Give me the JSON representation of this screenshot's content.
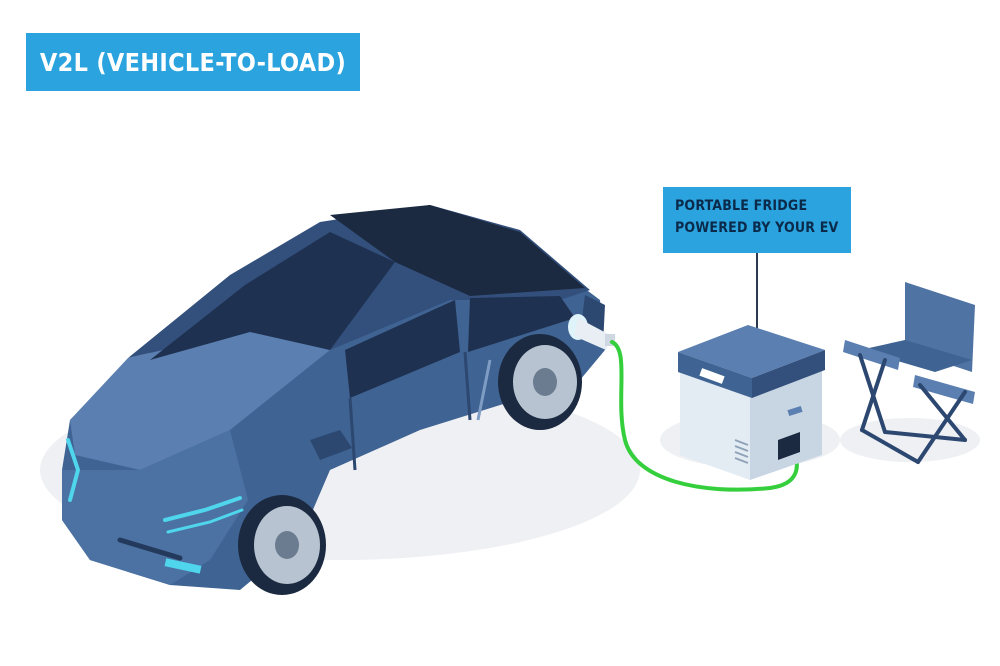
{
  "title": "V2L (VEHICLE-TO-LOAD)",
  "callout": {
    "line1": "PORTABLE FRIDGE",
    "line2": "POWERED BY YOUR EV"
  },
  "colors": {
    "accent_blue": "#2aa3de",
    "car_body": "#456a9c",
    "car_dark": "#2c4770",
    "glass": "#1b2a40",
    "led": "#4fd6ec",
    "cable": "#35cf3d",
    "fridge_lid": "#4a6f9e",
    "fridge_body": "#d9e3ee",
    "chair": "#4f73a3"
  },
  "icons": [
    "electric-car-icon",
    "charging-plug-icon",
    "power-cable-icon",
    "portable-fridge-icon",
    "camping-chair-icon"
  ]
}
